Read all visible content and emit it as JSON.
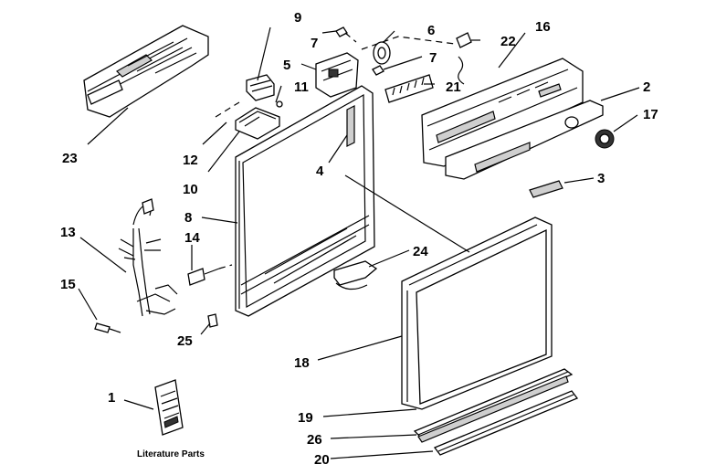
{
  "callouts": {
    "c1": "1",
    "c2": "2",
    "c3": "3",
    "c4": "4",
    "c5": "5",
    "c6": "6",
    "c7a": "7",
    "c7b": "7",
    "c8": "8",
    "c9": "9",
    "c10": "10",
    "c11": "11",
    "c12": "12",
    "c13": "13",
    "c14": "14",
    "c15": "15",
    "c16": "16",
    "c17": "17",
    "c18": "18",
    "c19": "19",
    "c20": "20",
    "c21": "21",
    "c22": "22",
    "c23": "23",
    "c24": "24",
    "c25": "25",
    "c26": "26"
  },
  "caption": "Literature Parts"
}
